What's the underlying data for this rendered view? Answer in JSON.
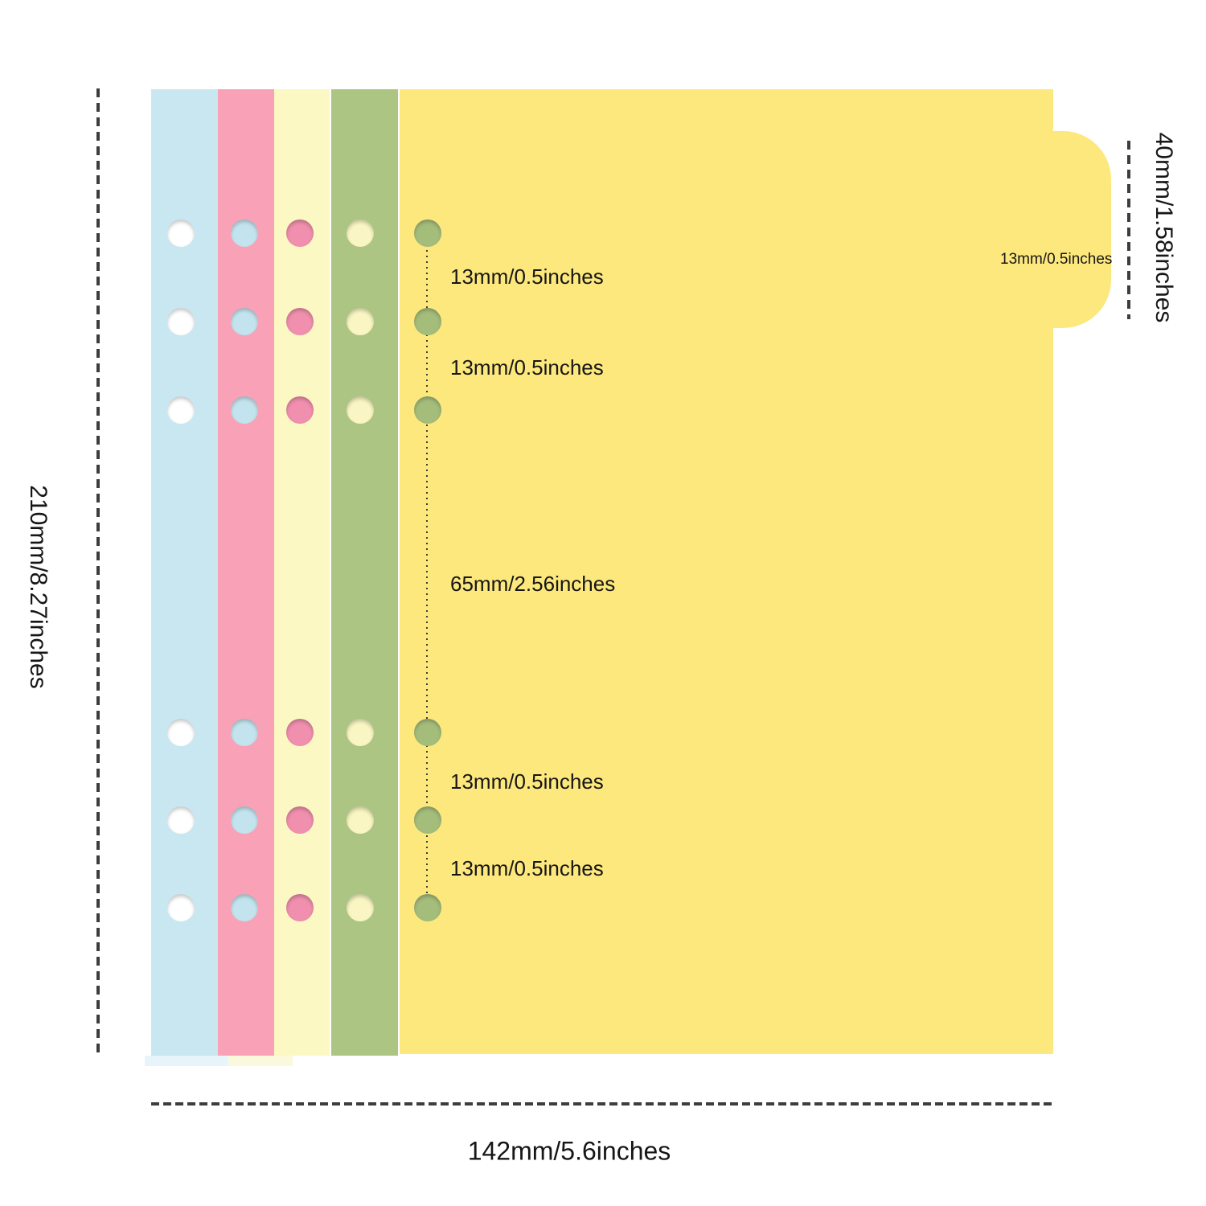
{
  "diagram": {
    "title": "binder divider dimension diagram",
    "sheet_count": 5,
    "holes_per_sheet": 6,
    "labels": {
      "sheet_height": "210mm/8.27inches",
      "sheet_width": "142mm/5.6inches",
      "tab_height": "40mm/1.58inches",
      "tab_width": "13mm/0.5inches",
      "hole_gap_top_1": "13mm/0.5inches",
      "hole_gap_top_2": "13mm/0.5inches",
      "hole_gap_middle": "65mm/2.56inches",
      "hole_gap_bottom_1": "13mm/0.5inches",
      "hole_gap_bottom_2": "13mm/0.5inches"
    },
    "sheets": [
      {
        "name": "blue divider",
        "color": "#c9e7f0",
        "hole_reveal_color": "#ffffff"
      },
      {
        "name": "pink divider",
        "color": "#f9a1b7",
        "hole_reveal_color": "#c3e4ee"
      },
      {
        "name": "cream divider",
        "color": "#fbf8c3",
        "hole_reveal_color": "#f08fae"
      },
      {
        "name": "green divider",
        "color": "#adc583",
        "hole_reveal_color": "#f9f6c3"
      },
      {
        "name": "yellow tabbed divider",
        "color": "#fde87d",
        "hole_reveal_color": "#a4bd7b"
      }
    ]
  },
  "palette": {
    "sheet-blue": "#c9e7f0",
    "sheet-pink": "#f9a1b7",
    "sheet-cream": "#fbf8c3",
    "sheet-green": "#adc583",
    "sheet-yellow": "#fde87d",
    "hole-on-blue": "#ffffff",
    "hole-on-pink": "#c3e4ee",
    "hole-on-cream": "#f08fae",
    "hole-on-green": "#f9f6c3",
    "hole-on-yellow": "#a4bd7b",
    "guide-line": "#3d3d3d",
    "dotted-line": "#3c3c30",
    "text": "#161616"
  }
}
